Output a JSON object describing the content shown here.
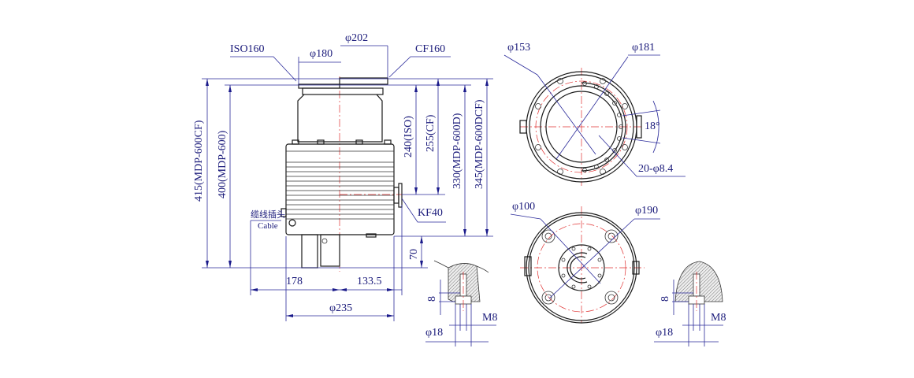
{
  "side_view": {
    "labels": {
      "iso_flange": "ISO160",
      "cf_flange": "CF160",
      "d180": "φ180",
      "d202": "φ202",
      "h415": "415(MDP-600CF)",
      "h400": "400(MDP-600)",
      "h240": "240(ISO)",
      "h255": "255(CF)",
      "h330": "330(MDP-600D)",
      "h345": "345(MDP-600DCF)",
      "kf40": "KF40",
      "cable_cn": "缆线插头",
      "cable_en": "Cable",
      "h70": "70",
      "w178": "178",
      "w133": "133.5",
      "d235": "φ235"
    }
  },
  "top_view": {
    "labels": {
      "d153": "φ153",
      "d181": "φ181",
      "angle": "18°",
      "holes": "20-φ8.4"
    }
  },
  "bottom_view": {
    "labels": {
      "d100": "φ100",
      "d190": "φ190"
    }
  },
  "detail_left": {
    "labels": {
      "h8": "8",
      "m8": "M8",
      "d18": "φ18"
    }
  },
  "detail_right": {
    "labels": {
      "h8": "8",
      "m8": "M8",
      "d18": "φ18"
    }
  },
  "colors": {
    "dimension": "#1a1a7a",
    "centerline": "#e03030",
    "outline": "#1a1a1a"
  }
}
